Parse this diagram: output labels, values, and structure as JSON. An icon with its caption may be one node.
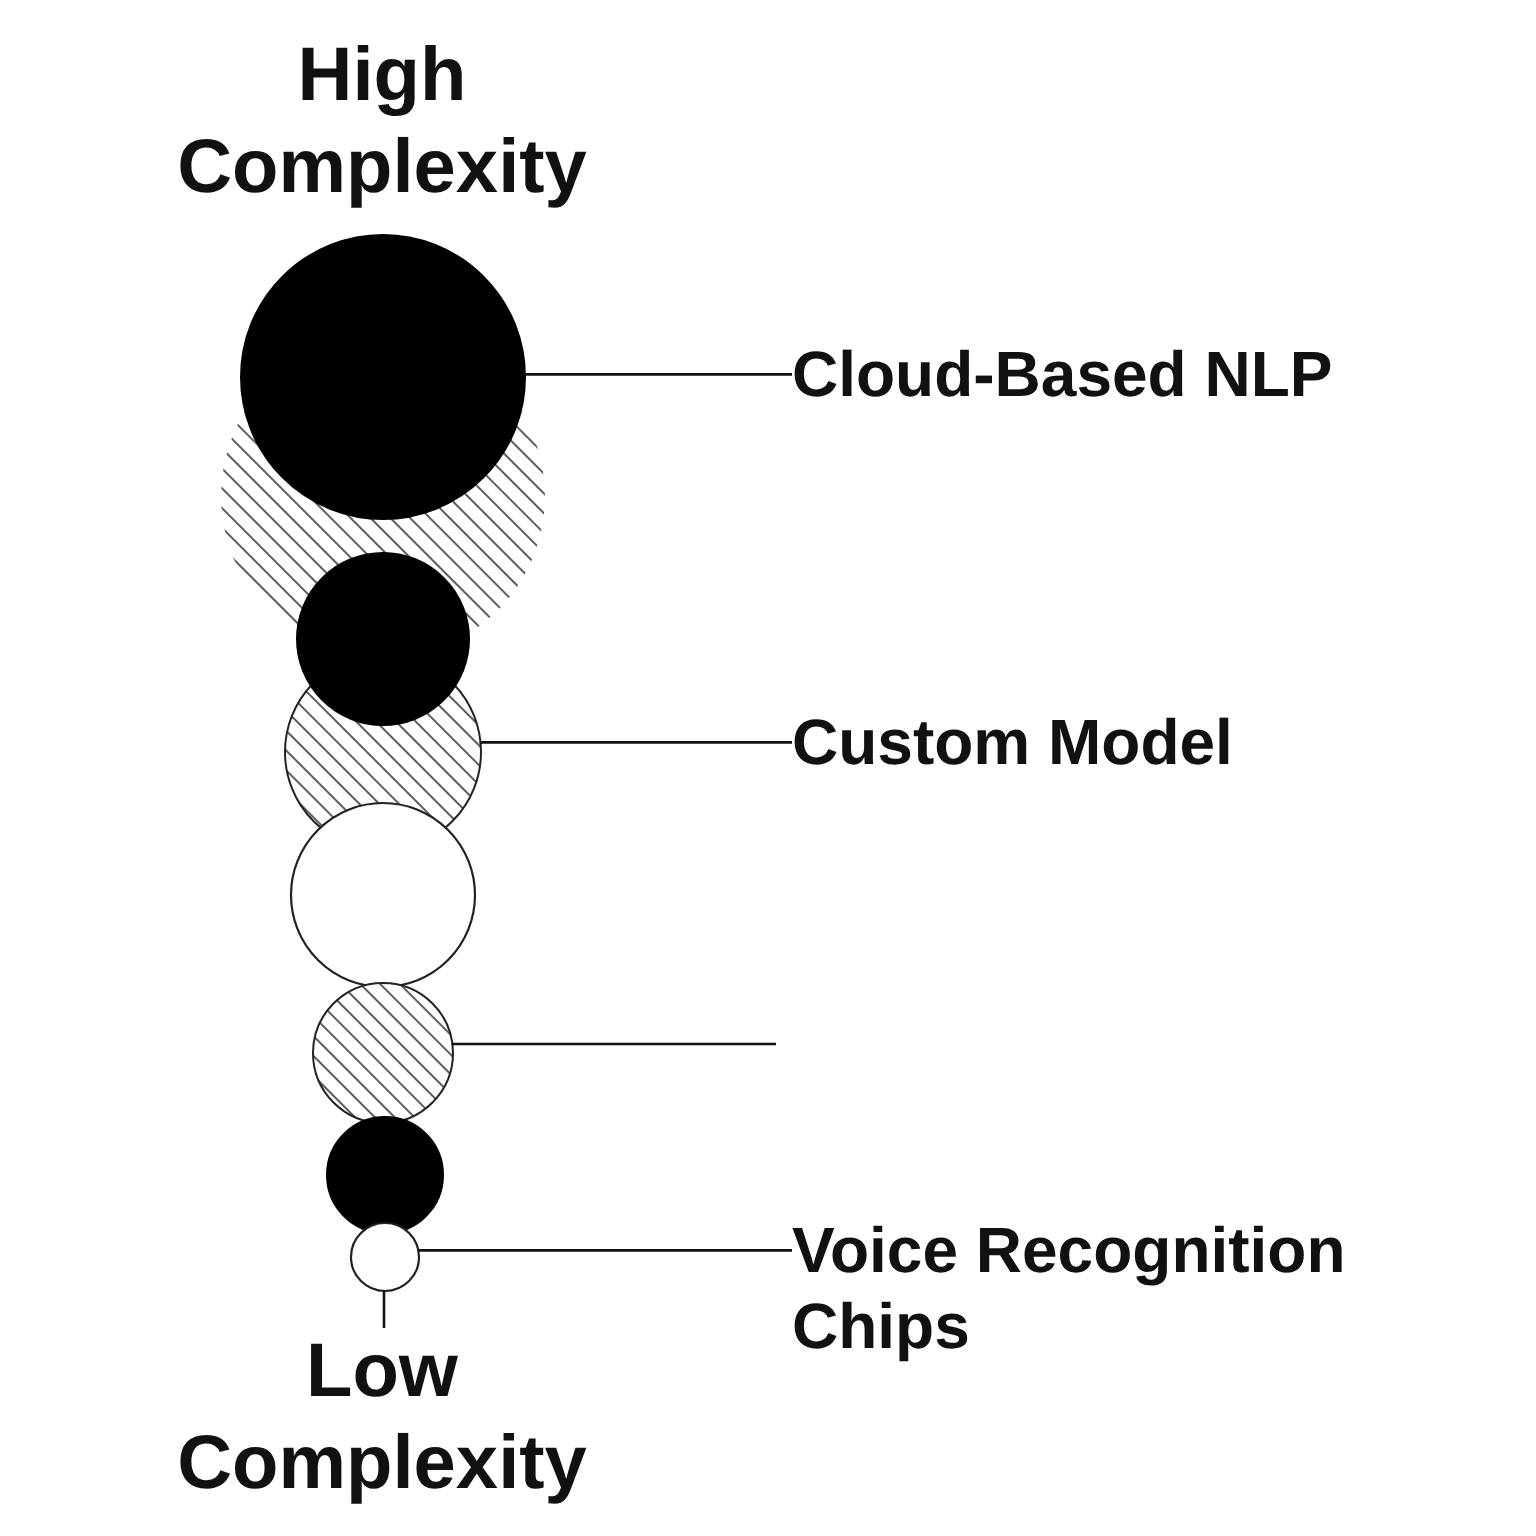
{
  "diagram": {
    "nodes": [
      {
        "text": [],
        "shape": "circle"
      },
      {
        "text": [
          "Cloud-Based NLP"
        ]
      },
      {
        "text": [],
        "shape": "circle"
      },
      {
        "text": [],
        "shape": "circle"
      },
      {
        "text": [],
        "shape": "circle"
      },
      {
        "text": [
          "Custom Model"
        ]
      },
      {
        "text": [],
        "shape": "circle"
      },
      {
        "text": [],
        "shape": "circle"
      },
      {
        "text": [],
        "shape": "circle"
      },
      {
        "text": [],
        "shape": "circle"
      },
      {
        "text": [
          "Voice Recognition Chips"
        ]
      },
      {
        "text": [
          "Low Complexity"
        ]
      }
    ],
    "edges": [
      {
        "from": 1,
        "to": 0,
        "arrow": "none"
      },
      {
        "from": 5,
        "to": 4,
        "arrow": "none"
      },
      {
        "from": null,
        "to": 7,
        "arrow": "none"
      },
      {
        "from": 10,
        "to": 9,
        "arrow": "none"
      },
      {
        "from": 11,
        "to": 9,
        "arrow": "none"
      }
    ],
    "labels": [
      "High Complexity"
    ]
  }
}
